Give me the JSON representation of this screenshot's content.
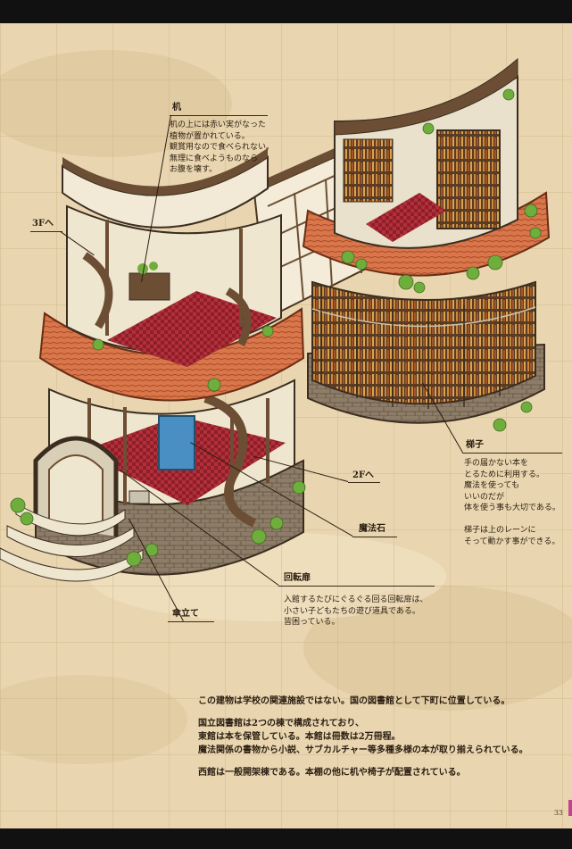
{
  "labels": {
    "desk": {
      "title": "机",
      "text": "机の上には赤い実がなった\n植物が置かれている。\n観賞用なので食べられない。\n無理に食べようものなら\nお腹を壊す。"
    },
    "to3f": "3Fへ",
    "to2f": "2Fへ",
    "ladder": {
      "title": "梯子",
      "text": "手の届かない本を\nとるために利用する。\n魔法を使っても\nいいのだが\n体を使う事も大切である。\n\n梯子は上のレーンに\nそって動かす事ができる。"
    },
    "magic_stone": "魔法石",
    "revolving_door": {
      "title": "回転扉",
      "text": "入館するたびにぐるぐる回る回転扉は、\n小さい子どもたちの遊び道具である。\n皆困っている。"
    },
    "umbrella_stand": "傘立て"
  },
  "bottom_text": [
    "この建物は学校の関連施設ではない。国の図書館として下町に位置している。",
    "国立図書館は2つの棟で構成されており、\n東館は本を保管している。本館は冊数は2万冊程。\n魔法関係の書物から小説、サブカルチャー等多種多様の本が取り揃えられている。",
    "西館は一般開架棟である。本棚の他に机や椅子が配置されている。"
  ],
  "page_number": "33",
  "colors": {
    "parchment": "#e9d6b0",
    "roof_tile": "#d9764a",
    "stone": "#8a7a66",
    "wood": "#6b4e34",
    "carpet": "#b2303a",
    "ivy": "#6fae3d"
  }
}
